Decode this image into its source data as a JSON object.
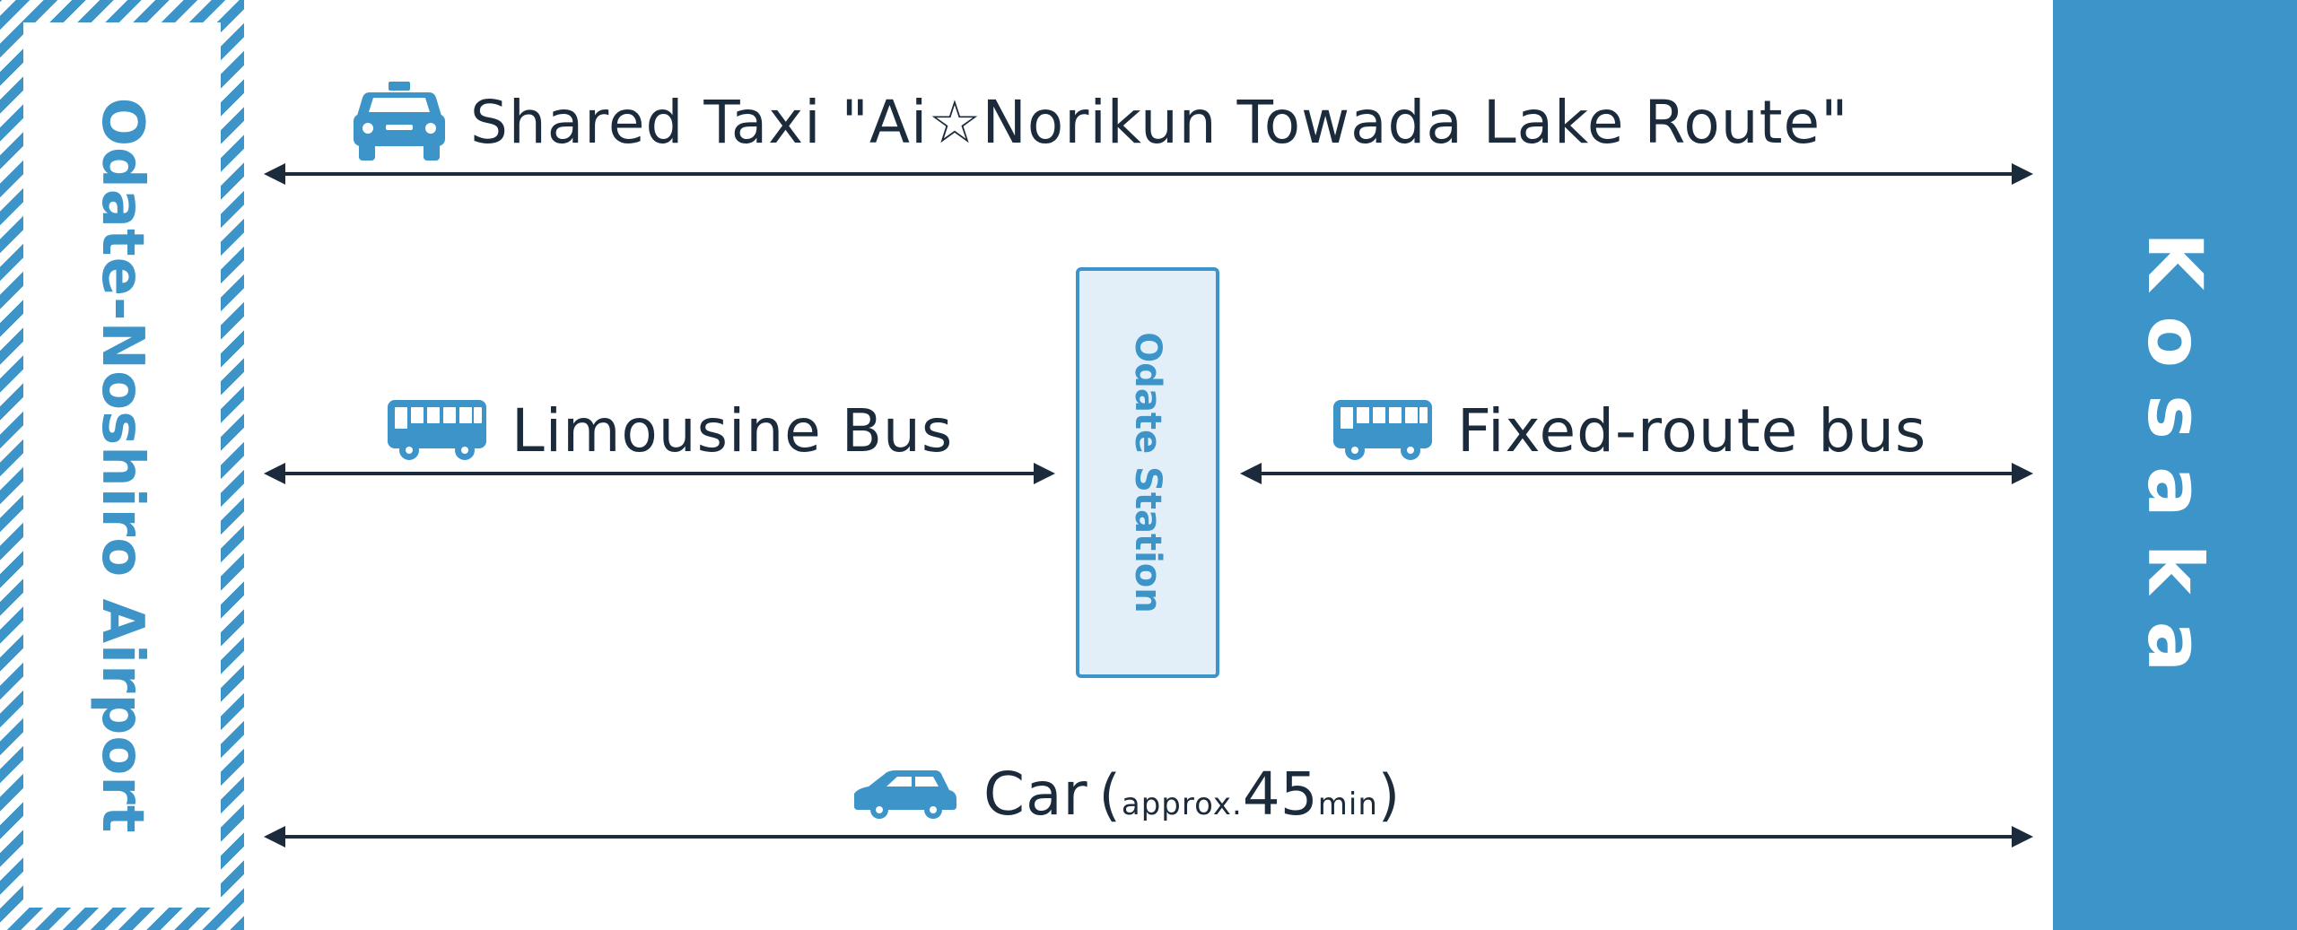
{
  "endpoints": {
    "airport": "Odate-Noshiro Airport",
    "destination": "Kosaka",
    "station": "Odate Station"
  },
  "routes": {
    "taxi": {
      "label": "Shared Taxi \"Ai☆Norikun Towada Lake Route\"",
      "icon": "taxi-icon"
    },
    "limousine": {
      "label": "Limousine Bus",
      "icon": "bus-icon"
    },
    "fixed": {
      "label": "Fixed-route bus",
      "icon": "bus-icon"
    },
    "car": {
      "label": "Car",
      "icon": "car-icon",
      "paren_open": "(",
      "approx": "approx.",
      "minutes": "45",
      "unit": "min",
      "paren_close": ")"
    }
  },
  "colors": {
    "accent": "#3c94c9",
    "station_fill": "#e3eff8",
    "arrow": "#1b2b3c"
  }
}
